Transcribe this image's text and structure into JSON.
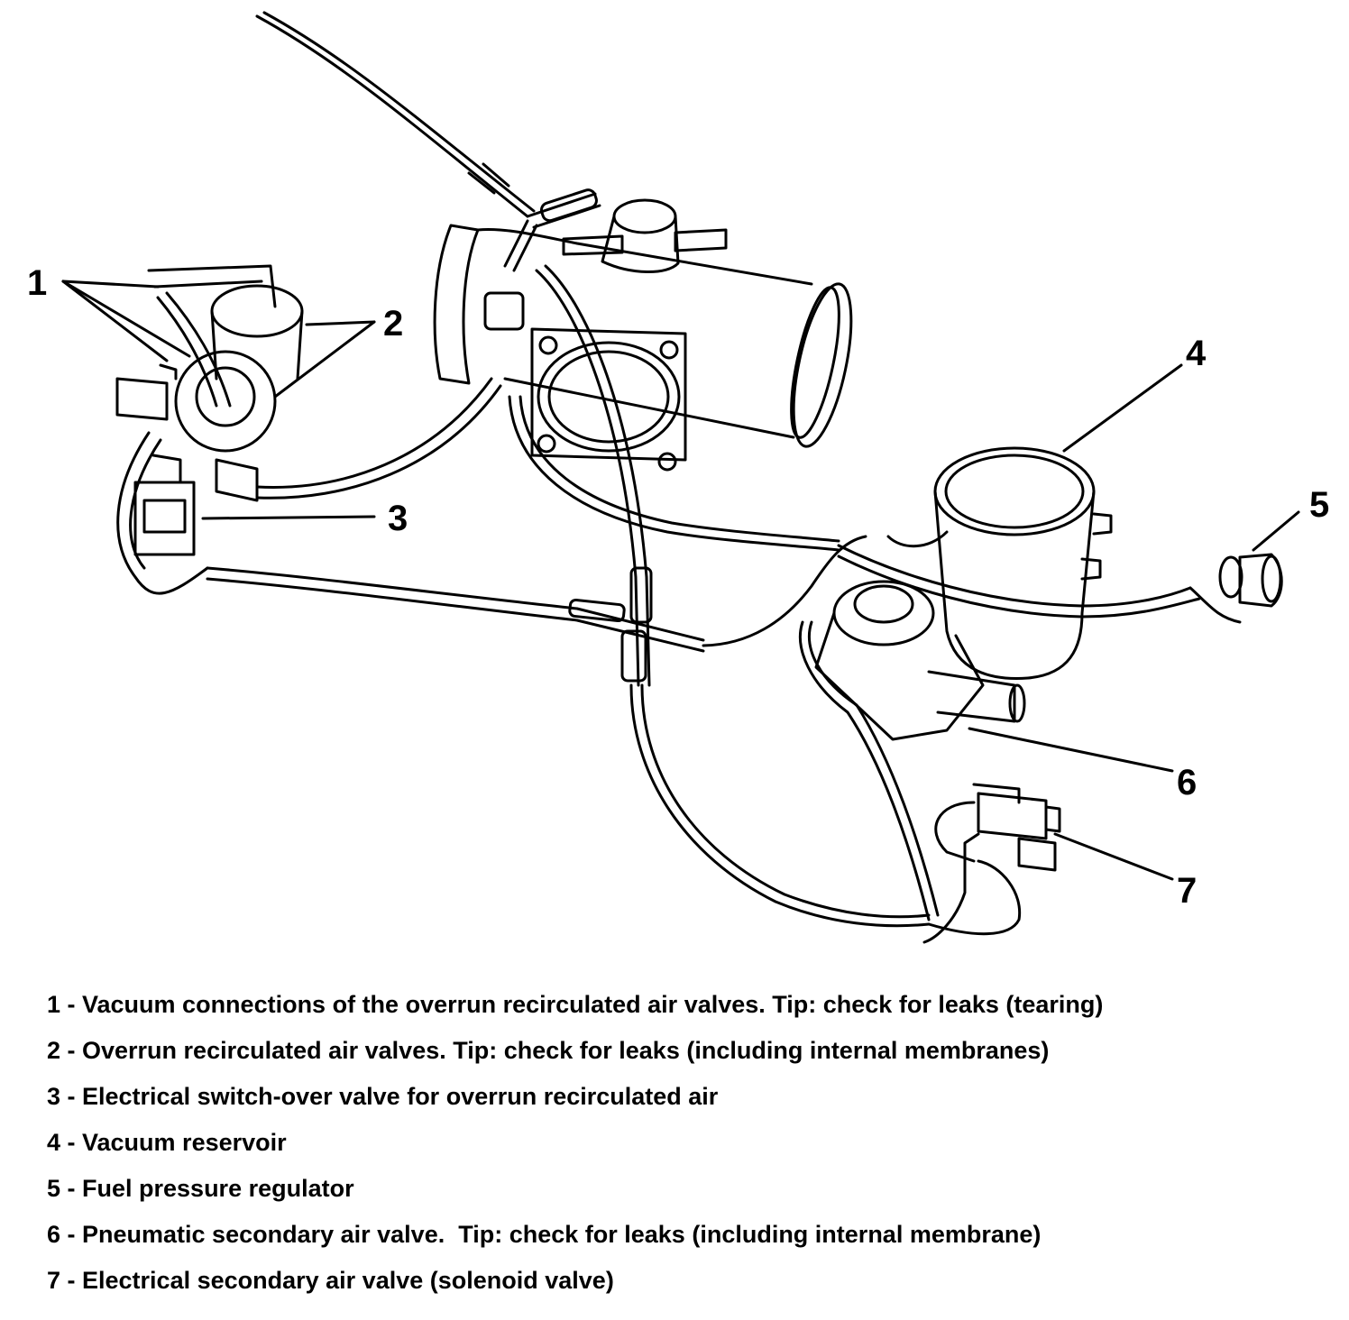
{
  "callouts": [
    "1",
    "2",
    "3",
    "4",
    "5",
    "6",
    "7"
  ],
  "legend": [
    "1 - Vacuum connections of the overrun recirculated air valves. Tip: check for leaks (tearing)",
    "2 - Overrun recirculated air valves. Tip: check for leaks (including internal membranes)",
    "3 - Electrical switch-over valve for overrun recirculated air",
    "4 - Vacuum reservoir",
    "5 - Fuel pressure regulator",
    "6 - Pneumatic secondary air valve.  Tip: check for leaks (including internal membrane)",
    "7 - Electrical secondary air valve (solenoid valve)"
  ]
}
